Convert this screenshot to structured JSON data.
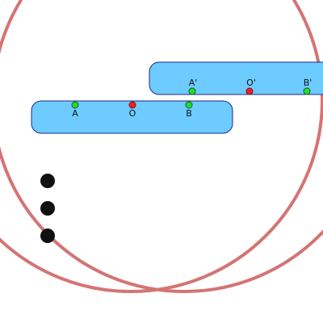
{
  "colors": {
    "circle": "#d47474",
    "bar_fill": "#6ecbff",
    "bar_stroke": "#1a2a8a",
    "endpoint": "#22dd33",
    "midpoint": "#ee2222",
    "point_stroke": "#1a5a1a",
    "dots": "#111111"
  },
  "bars": [
    {
      "id": "bar-original",
      "points": [
        {
          "label": "A",
          "kind": "endpoint"
        },
        {
          "label": "O",
          "kind": "midpoint"
        },
        {
          "label": "B",
          "kind": "endpoint"
        }
      ]
    },
    {
      "id": "bar-shifted",
      "points": [
        {
          "label": "A'",
          "kind": "endpoint"
        },
        {
          "label": "O'",
          "kind": "midpoint"
        },
        {
          "label": "B'",
          "kind": "endpoint"
        }
      ]
    }
  ],
  "menu_dots_icon": "vertical-dots-icon"
}
